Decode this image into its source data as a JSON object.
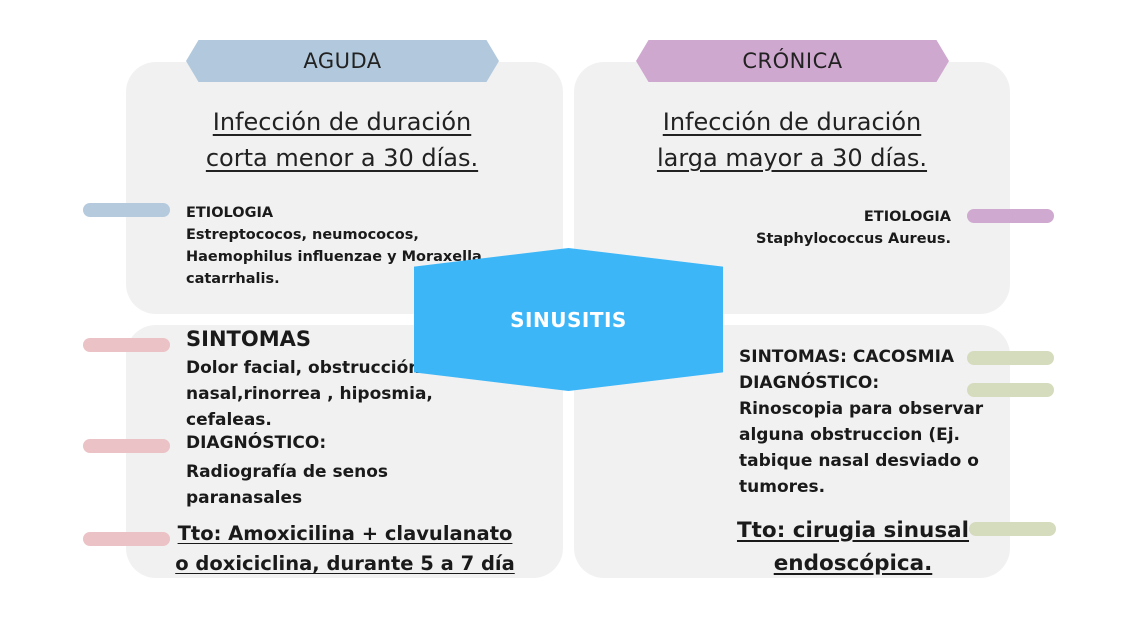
{
  "colors": {
    "panel": "#f1f1f1",
    "aguda_tab": "#b2c9dd",
    "cronica_tab": "#cfa8cf",
    "center": "#3db6f8",
    "pill_blue": "#b5cadd",
    "pill_pink": "#ebc2c5",
    "pill_violet": "#cfa9cf",
    "pill_sage": "#d5dbbd"
  },
  "center": {
    "label": "SINUSITIS"
  },
  "aguda": {
    "tab": "AGUDA",
    "definition_line1": "Infección de duración",
    "definition_line2": "corta menor a 30 días.",
    "etiologia_title": "ETIOLOGIA",
    "etiologia_line1": "Estreptococos, neumococos,",
    "etiologia_line2": "Haemophilus influenzae y Moraxella",
    "etiologia_line3": "catarrhalis.",
    "sintomas_title": "SINTOMAS",
    "sintomas_line1": "Dolor facial, obstrucción",
    "sintomas_line2": "nasal,rinorrea , hiposmia,",
    "sintomas_line3": "cefaleas.",
    "diagnostico_title": "DIAGNÓSTICO:",
    "diagnostico_line1": "Radiografía de senos",
    "diagnostico_line2": "paranasales",
    "tto_line1": "Tto: Amoxicilina + clavulanato",
    "tto_line2": "o doxiciclina, durante 5 a 7 día"
  },
  "cronica": {
    "tab": "CRÓNICA",
    "definition_line1": "Infección de duración",
    "definition_line2": "larga mayor a 30 días.",
    "etiologia_title": "ETIOLOGIA",
    "etiologia_line1": "Staphylococcus Aureus.",
    "sintomas": "SINTOMAS: CACOSMIA",
    "diagnostico_title": "DIAGNÓSTICO:",
    "diagnostico_line1": "Rinoscopia para observar",
    "diagnostico_line2": "alguna obstruccion (Ej.",
    "diagnostico_line3": "tabique nasal desviado o",
    "diagnostico_line4": "tumores.",
    "tto_line1": "Tto: cirugia sinusal",
    "tto_line2": "endoscópica."
  }
}
